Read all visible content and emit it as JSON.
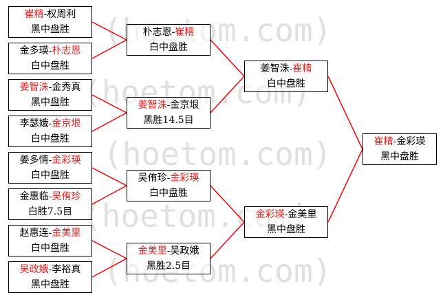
{
  "colors": {
    "winner": "#ee1c1c",
    "text": "#000000",
    "line": "#ff0000",
    "watermark": "#e0e0e0"
  },
  "watermark": {
    "text": "(hoetom.com)"
  },
  "rounds": [
    {
      "name": "r1",
      "matches": [
        {
          "winner": "崔精",
          "loser": "权周利",
          "winner_first": true,
          "result": "黑中盘胜"
        },
        {
          "winner": "朴志恩",
          "loser": "金多瑛",
          "winner_first": false,
          "result": "白中盘胜"
        },
        {
          "winner": "姜智洙",
          "loser": "金秀真",
          "winner_first": true,
          "result": "黑中盘胜"
        },
        {
          "winner": "金京垠",
          "loser": "李瑟娥",
          "winner_first": false,
          "result": "白中盘胜"
        },
        {
          "winner": "金彩瑛",
          "loser": "姜多情",
          "winner_first": false,
          "result": "白中盘胜"
        },
        {
          "winner": "吴侑珍",
          "loser": "金惠临",
          "winner_first": false,
          "result": "白胜7.5目"
        },
        {
          "winner": "金美里",
          "loser": "赵惠连",
          "winner_first": false,
          "result": "白中盘胜"
        },
        {
          "winner": "吴政娥",
          "loser": "李裕真",
          "winner_first": true,
          "result": "黑中盘胜"
        }
      ]
    },
    {
      "name": "r2",
      "matches": [
        {
          "winner": "崔精",
          "loser": "朴志恩",
          "winner_first": false,
          "result": "白中盘胜"
        },
        {
          "winner": "姜智洙",
          "loser": "金京垠",
          "winner_first": true,
          "result": "黑胜14.5目"
        },
        {
          "winner": "金彩瑛",
          "loser": "吴侑珍",
          "winner_first": false,
          "result": "白中盘胜"
        },
        {
          "winner": "金美里",
          "loser": "吴政娥",
          "winner_first": true,
          "result": "黑胜2.5目"
        }
      ]
    },
    {
      "name": "r3",
      "matches": [
        {
          "winner": "崔精",
          "loser": "姜智洙",
          "winner_first": false,
          "result": "白中盘胜"
        },
        {
          "winner": "金彩瑛",
          "loser": "金美里",
          "winner_first": true,
          "result": "黑中盘胜"
        }
      ]
    },
    {
      "name": "final",
      "matches": [
        {
          "winner": "崔精",
          "loser": "金彩瑛",
          "winner_first": true,
          "result": "黑中盘胜"
        }
      ]
    }
  ]
}
